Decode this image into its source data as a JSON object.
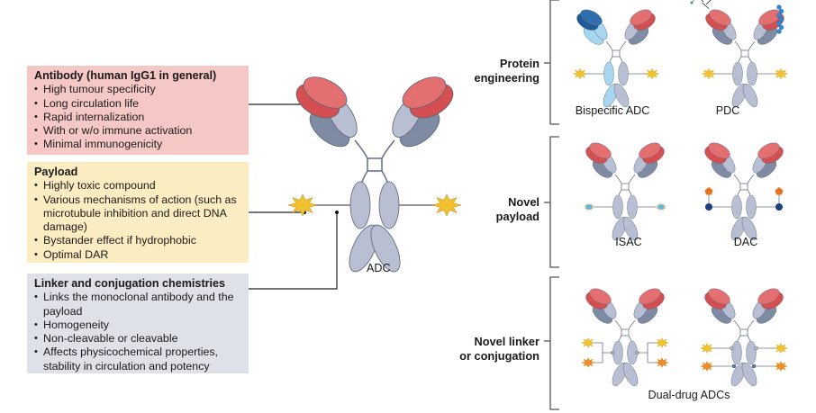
{
  "boxes": {
    "antibody": {
      "title": "Antibody (human IgG1 in general)",
      "color": "#f5c8c6",
      "items": [
        "High tumour specificity",
        "Long circulation life",
        "Rapid internalization",
        "With or w/o immune activation",
        "Minimal immunogenicity"
      ]
    },
    "payload": {
      "title": "Payload",
      "color": "#fcecc2",
      "items": [
        "Highly toxic compound",
        "Various mechanisms of action (such as microtubule inhibition and direct DNA damage)",
        "Bystander effect if hydrophobic",
        "Optimal DAR"
      ]
    },
    "linker": {
      "title": "Linker and conjugation chemistries",
      "color": "#dfe1e8",
      "items": [
        "Links the monoclonal antibody and the payload",
        "Homogeneity",
        "Non-cleavable or cleavable",
        "Affects physicochemical properties, stability in circulation and potency"
      ]
    }
  },
  "center": {
    "label": "ADC"
  },
  "categories": [
    {
      "label_line1": "Protein",
      "label_line2": "engineering",
      "variants": [
        "Bispecific ADC",
        "PDC"
      ]
    },
    {
      "label_line1": "Novel",
      "label_line2": "payload",
      "variants": [
        "ISAC",
        "DAC"
      ]
    },
    {
      "label_line1": "Novel linker",
      "label_line2": "or conjugation",
      "variants": [
        "Dual-drug ADCs"
      ]
    }
  ],
  "colors": {
    "fab_red": "#e46f70",
    "fab_red_dark": "#d54f50",
    "chain_light": "#b9bfd2",
    "chain_dark": "#7f8aa3",
    "bispecific_blue": "#2f6fb0",
    "bispecific_light": "#a6d6f0",
    "payload_yellow": "#f2c230",
    "payload_orange": "#f08a2a",
    "isac_blue": "#5ab6e8",
    "dac_orange": "#e8731e",
    "dac_navy": "#1e3f7a"
  }
}
